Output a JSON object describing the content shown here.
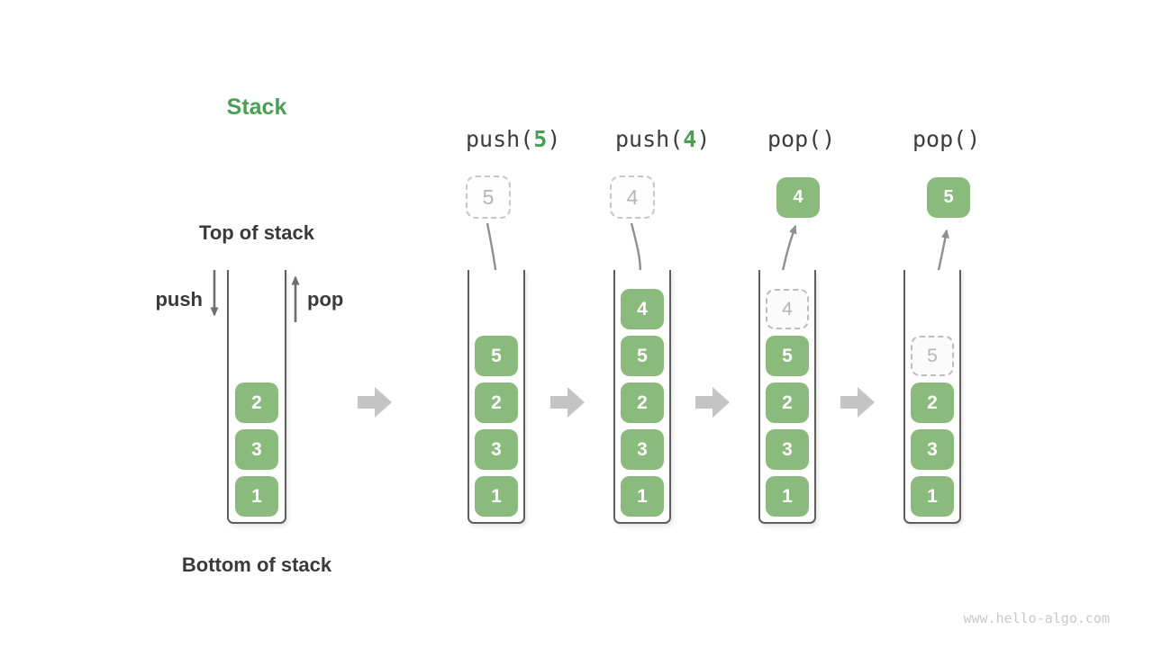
{
  "title": "Stack",
  "labels": {
    "top_of_stack": "Top of stack",
    "bottom_of_stack": "Bottom of stack",
    "push": "push",
    "pop": "pop"
  },
  "watermark": "www.hello-algo.com",
  "colors": {
    "accent_green": "#4c9e54",
    "block_green": "#8bbb7c",
    "text_dark": "#3a3a3a",
    "ghost_text": "#b5b5b5",
    "ghost_border": "#c6c6c6",
    "curve_arrow": "#8f8f8f",
    "straight_arrow": "#6e6e6e",
    "flow_arrow": "#c4c4c4",
    "wall": "#5e5e5e",
    "watermark_gray": "#c8c8c8"
  },
  "initial_stack": {
    "blocks": [
      {
        "value": "2",
        "ghost": false
      },
      {
        "value": "3",
        "ghost": false
      },
      {
        "value": "1",
        "ghost": false
      }
    ]
  },
  "operations": [
    {
      "header": [
        {
          "text": "push(",
          "accent": false
        },
        {
          "text": "5",
          "accent": true
        },
        {
          "text": ")",
          "accent": false
        }
      ],
      "floating": {
        "value": "5",
        "ghost": true
      },
      "arrow": "in",
      "stack": [
        {
          "value": "5",
          "ghost": false
        },
        {
          "value": "2",
          "ghost": false
        },
        {
          "value": "3",
          "ghost": false
        },
        {
          "value": "1",
          "ghost": false
        }
      ]
    },
    {
      "header": [
        {
          "text": "push(",
          "accent": false
        },
        {
          "text": "4",
          "accent": true
        },
        {
          "text": ")",
          "accent": false
        }
      ],
      "floating": {
        "value": "4",
        "ghost": true
      },
      "arrow": "in",
      "stack": [
        {
          "value": "4",
          "ghost": false
        },
        {
          "value": "5",
          "ghost": false
        },
        {
          "value": "2",
          "ghost": false
        },
        {
          "value": "3",
          "ghost": false
        },
        {
          "value": "1",
          "ghost": false
        }
      ]
    },
    {
      "header": [
        {
          "text": "pop()",
          "accent": false
        }
      ],
      "floating": {
        "value": "4",
        "ghost": false
      },
      "arrow": "out",
      "stack": [
        {
          "value": "4",
          "ghost": true
        },
        {
          "value": "5",
          "ghost": false
        },
        {
          "value": "2",
          "ghost": false
        },
        {
          "value": "3",
          "ghost": false
        },
        {
          "value": "1",
          "ghost": false
        }
      ]
    },
    {
      "header": [
        {
          "text": "pop()",
          "accent": false
        }
      ],
      "floating": {
        "value": "5",
        "ghost": false
      },
      "arrow": "out",
      "stack": [
        {
          "value": "5",
          "ghost": true
        },
        {
          "value": "2",
          "ghost": false
        },
        {
          "value": "3",
          "ghost": false
        },
        {
          "value": "1",
          "ghost": false
        }
      ]
    }
  ]
}
